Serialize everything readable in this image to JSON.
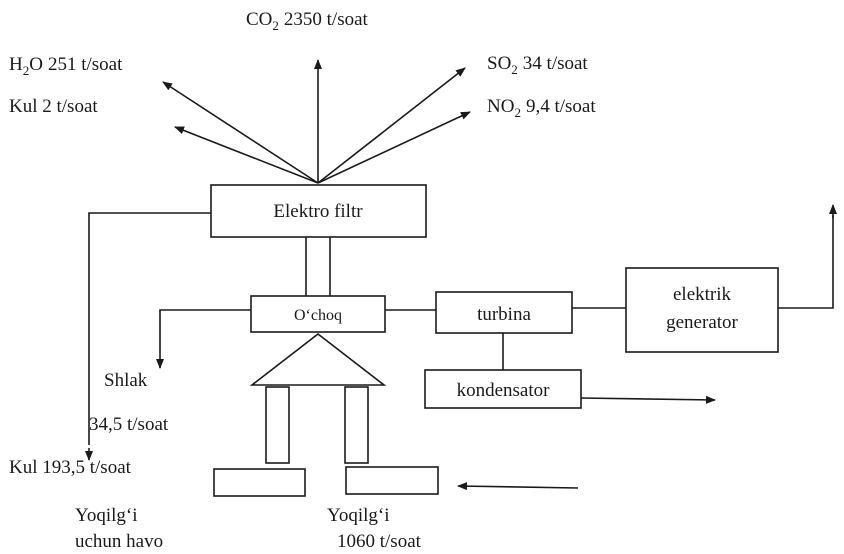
{
  "emissions": {
    "co2": {
      "formula": "CO",
      "sub": "2",
      "amount": "2350 t/soat"
    },
    "h2o": {
      "formula": "H",
      "sub": "2",
      "tail": "O",
      "amount": "251 t/soat"
    },
    "kul_top": {
      "text": "Kul 2 t/soat"
    },
    "so2": {
      "formula": "SO",
      "sub": "2",
      "amount": "34 t/soat"
    },
    "no2": {
      "formula": "NO",
      "sub": "2",
      "amount": "9,4 t/soat"
    }
  },
  "blocks": {
    "filter": "Elektro filtr",
    "furnace": "O‘choq",
    "turbine": "turbina",
    "generator_line1": "elektrik",
    "generator_line2": "generator",
    "condenser": "kondensator"
  },
  "bottom": {
    "shlak": "Shlak",
    "shlak_amount": "34,5 t/soat",
    "kul": "Kul 193,5 t/soat",
    "air_line1": "Yoqilg‘i",
    "air_line2": "uchun havo",
    "fuel_line1": "Yoqilg‘i",
    "fuel_line2": "1060 t/soat"
  },
  "colors": {
    "ink": "#1a1a1a",
    "background": "#ffffff"
  }
}
